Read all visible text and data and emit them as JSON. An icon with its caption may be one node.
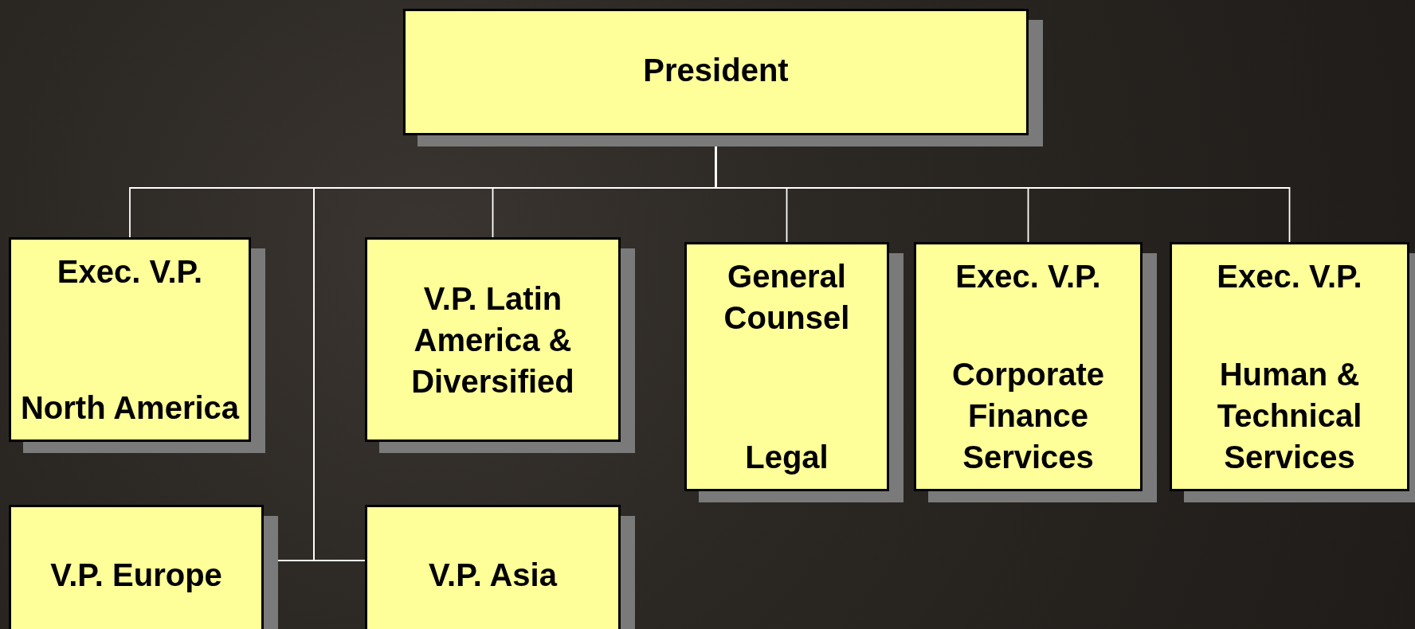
{
  "diagram": {
    "nodes": [
      {
        "text": [
          "President"
        ]
      },
      {
        "text": [
          "Exec. V.P.",
          "North America"
        ]
      },
      {
        "text": [
          "V.P. Latin America & Diversified"
        ]
      },
      {
        "text": [
          "General Counsel",
          "Legal"
        ]
      },
      {
        "text": [
          "Exec. V.P.",
          "Corporate Finance Services"
        ]
      },
      {
        "text": [
          "Exec. V.P.",
          "Human & Technical Services"
        ]
      },
      {
        "text": [
          "V.P. Europe"
        ]
      },
      {
        "text": [
          "V.P. Asia"
        ]
      }
    ],
    "edges": [
      {
        "from": 0,
        "to": 1,
        "arrow": "none"
      },
      {
        "from": 0,
        "to": 2,
        "arrow": "none"
      },
      {
        "from": 0,
        "to": 3,
        "arrow": "none"
      },
      {
        "from": 0,
        "to": 4,
        "arrow": "none"
      },
      {
        "from": 0,
        "to": 5,
        "arrow": "none"
      },
      {
        "from": 0,
        "to": 6,
        "arrow": "none"
      },
      {
        "from": 0,
        "to": 7,
        "arrow": "none"
      }
    ]
  }
}
